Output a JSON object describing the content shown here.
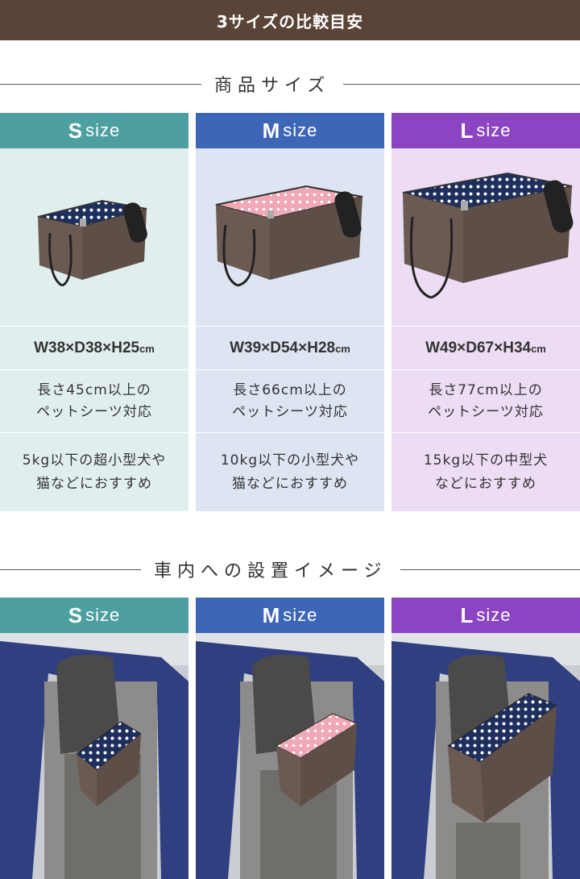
{
  "banner": {
    "title": "3サイズの比較目安"
  },
  "sections": {
    "product_size": "商品サイズ",
    "in_car": "車内への設置イメージ"
  },
  "sizes": [
    {
      "letter": "S",
      "suffix": "size",
      "dims": "W38×D38×H25",
      "unit": "cm",
      "sheet_line1": "長さ45cm以上の",
      "sheet_line2": "ペットシーツ対応",
      "target_line1": "5kg以下の超小型犬や",
      "target_line2": "猫などにおすすめ",
      "pattern": "navy-polka-dot"
    },
    {
      "letter": "M",
      "suffix": "size",
      "dims": "W39×D54×H28",
      "unit": "cm",
      "sheet_line1": "長さ66cm以上の",
      "sheet_line2": "ペットシーツ対応",
      "target_line1": "10kg以下の小型犬や",
      "target_line2": "猫などにおすすめ",
      "pattern": "pink-polka-dot"
    },
    {
      "letter": "L",
      "suffix": "size",
      "dims": "W49×D67×H34",
      "unit": "cm",
      "sheet_line1": "長さ77cm以上の",
      "sheet_line2": "ペットシーツ対応",
      "target_line1": "15kg以下の中型犬",
      "target_line2": "などにおすすめ",
      "pattern": "navy-polka-dot"
    }
  ],
  "colors": {
    "banner": "#5a4337",
    "s": "#4e9fa0",
    "m": "#3e66b6",
    "l": "#8b45c2",
    "bag_brown": "#6b5a52",
    "car_blue": "#2f3f7f"
  }
}
